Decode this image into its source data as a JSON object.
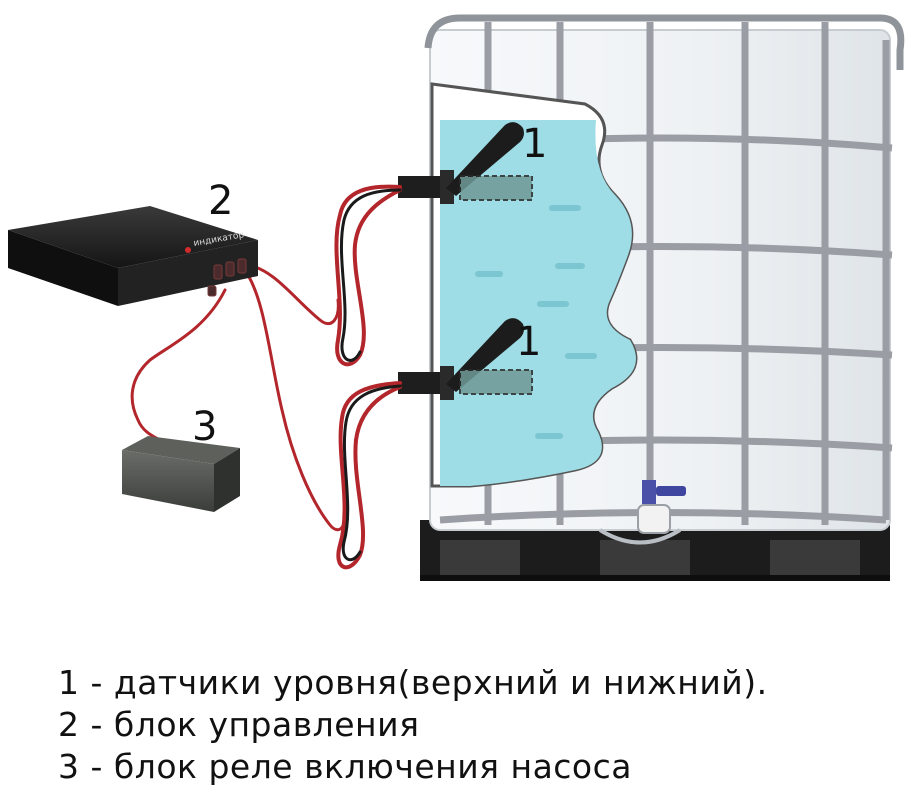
{
  "diagram": {
    "callouts": {
      "sensor_upper": "1",
      "sensor_lower": "1",
      "control_unit": "2",
      "relay_unit": "3"
    },
    "control_unit_label": "индикатор",
    "colors": {
      "water": "#9fdde6",
      "cage": "#9a9ea4",
      "tank": "#eef1f4",
      "wire_red": "#b3262b",
      "wire_black": "#1a1a1a",
      "box": "#1b1b1b",
      "relay": "#4a4d4a"
    }
  },
  "legend": {
    "line1": "1 - датчики уровня(верхний и нижний).",
    "line2": "2 - блок управления",
    "line3": "3 - блок реле включения насоса"
  }
}
